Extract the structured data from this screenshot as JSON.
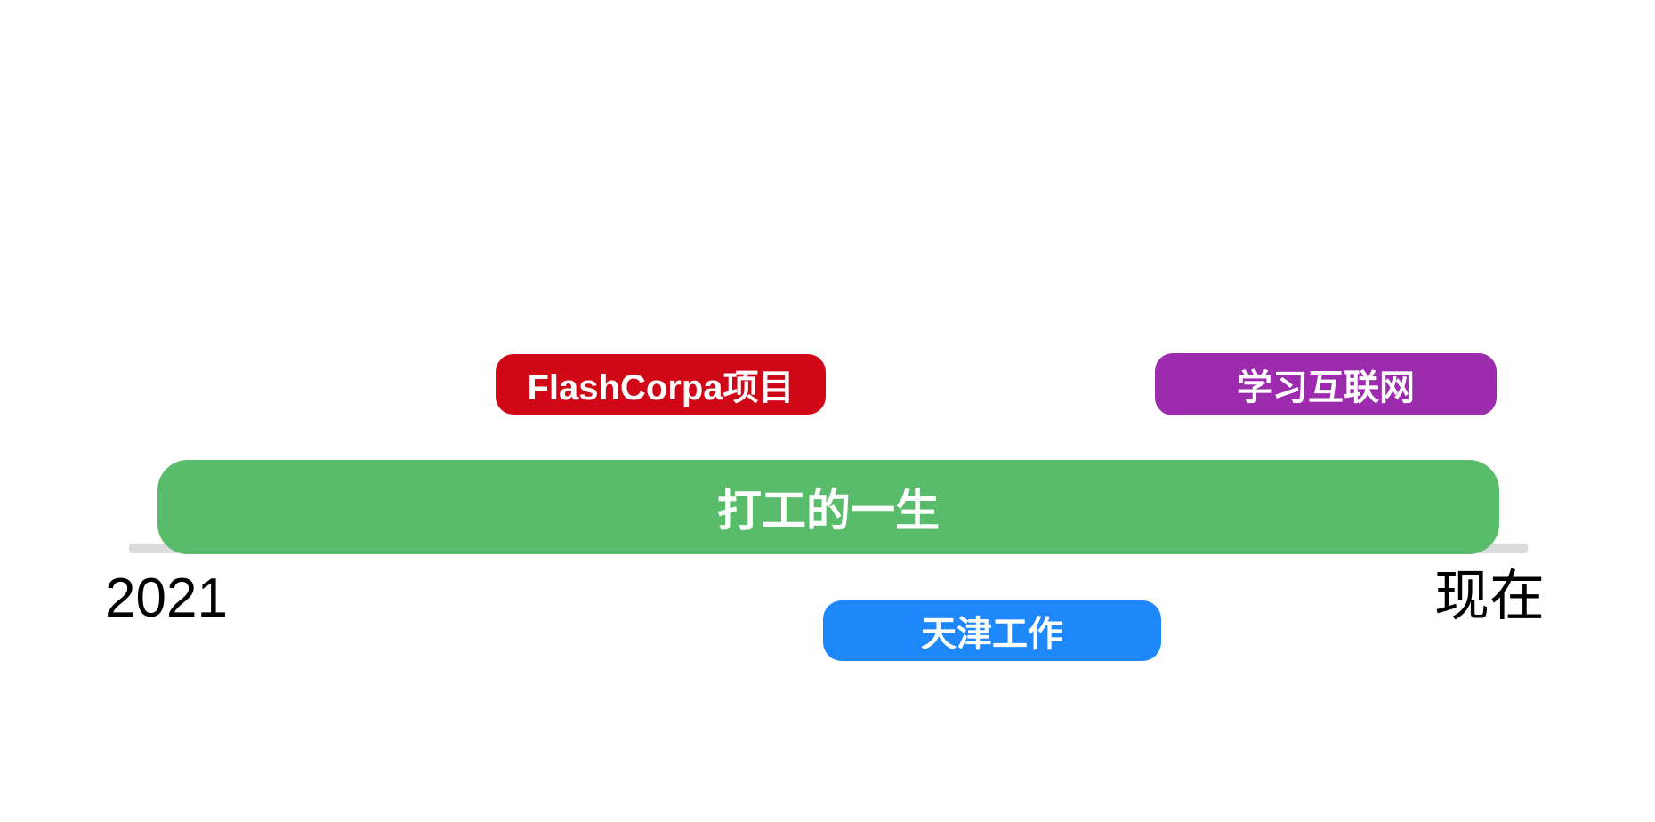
{
  "page": {
    "background_color": "#FFFFFF",
    "kind": "timeline-slide"
  },
  "timeline": {
    "axis": {
      "start_label": "2021",
      "end_label": "现在",
      "line_color": "#DBDBDB",
      "label_color": "#000000"
    },
    "bars": {
      "flashcorpa": {
        "label": "FlashCorpa项目",
        "color": "#CF0717",
        "text_color": "#FFFFFF",
        "row": "above-axis"
      },
      "internet": {
        "label": "学习互联网",
        "color": "#9C2BAD",
        "text_color": "#FFFFFF",
        "row": "above-axis"
      },
      "career": {
        "label": "打工的一生",
        "color": "#59BC6B",
        "text_color": "#FFFFFF",
        "row": "on-axis"
      },
      "tianjin": {
        "label": "天津工作",
        "color": "#1E87FA",
        "text_color": "#FFFFFF",
        "row": "below-axis"
      }
    }
  },
  "chart_data": {
    "type": "bar",
    "subtype": "timeline-gantt",
    "title": "",
    "xlabel": "",
    "ylabel": "",
    "axis_range_labels": [
      "2021",
      "现在"
    ],
    "grid": false,
    "legend": false,
    "bars": [
      {
        "label": "FlashCorpa项目",
        "row": "above-axis",
        "start_frac": 0.26,
        "end_frac": 0.5,
        "color": "#CF0717"
      },
      {
        "label": "学习互联网",
        "row": "above-axis",
        "start_frac": 0.73,
        "end_frac": 0.98,
        "color": "#9C2BAD"
      },
      {
        "label": "打工的一生",
        "row": "on-axis",
        "start_frac": 0.02,
        "end_frac": 0.98,
        "color": "#59BC6B"
      },
      {
        "label": "天津工作",
        "row": "below-axis",
        "start_frac": 0.5,
        "end_frac": 0.74,
        "color": "#1E87FA"
      }
    ]
  }
}
